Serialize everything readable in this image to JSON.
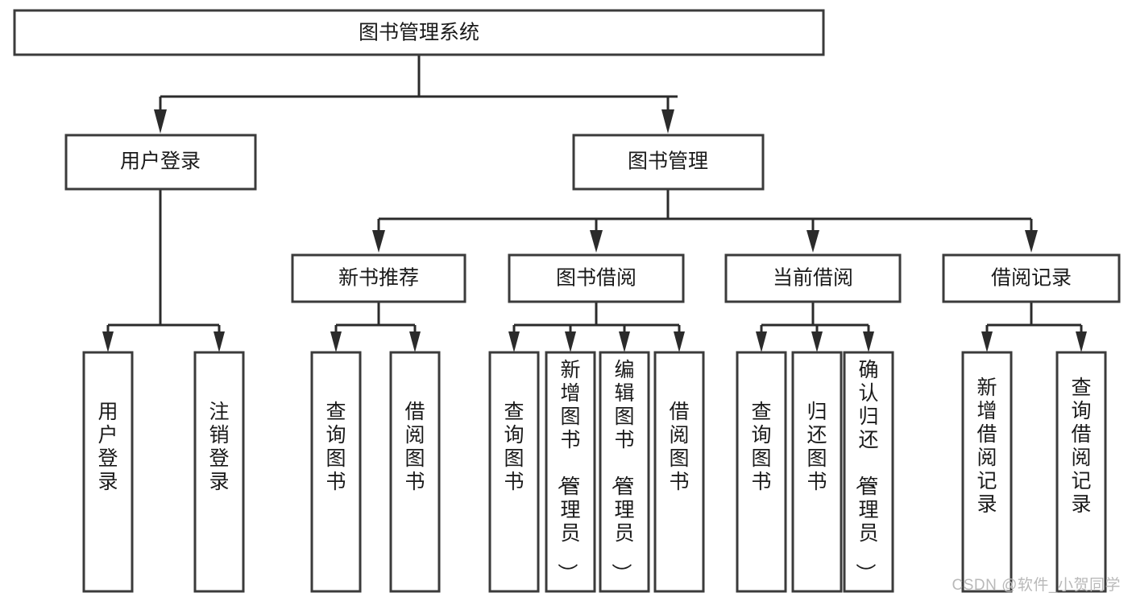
{
  "diagram": {
    "title": "图书管理系统",
    "type": "tree",
    "orientation": "top-down",
    "watermark": "CSDN @软件_小贺同学",
    "colors": {
      "box_fill": "#ffffff",
      "box_stroke": "#3b3b3b",
      "connector": "#2b2b2b",
      "text": "#1a1a1a",
      "watermark": "#b9b9b9",
      "background": "#ffffff"
    },
    "root": {
      "label": "图书管理系统"
    },
    "level2": [
      {
        "label": "用户登录"
      },
      {
        "label": "图书管理"
      }
    ],
    "level3": [
      {
        "label": "新书推荐"
      },
      {
        "label": "图书借阅"
      },
      {
        "label": "当前借阅"
      },
      {
        "label": "借阅记录"
      }
    ],
    "leaves": {
      "user_login": [
        {
          "label": "用户登录"
        },
        {
          "label": "注销登录"
        }
      ],
      "new_book_recommend": [
        {
          "label": "查询图书"
        },
        {
          "label": "借阅图书"
        }
      ],
      "book_borrow": [
        {
          "label": "查询图书"
        },
        {
          "label": "新增图书（管理员）"
        },
        {
          "label": "编辑图书（管理员）"
        },
        {
          "label": "借阅图书"
        }
      ],
      "current_borrow": [
        {
          "label": "查询图书"
        },
        {
          "label": "归还图书"
        },
        {
          "label": "确认归还（管理员）"
        }
      ],
      "borrow_record": [
        {
          "label": "新增借阅记录"
        },
        {
          "label": "查询借阅记录"
        }
      ]
    }
  }
}
